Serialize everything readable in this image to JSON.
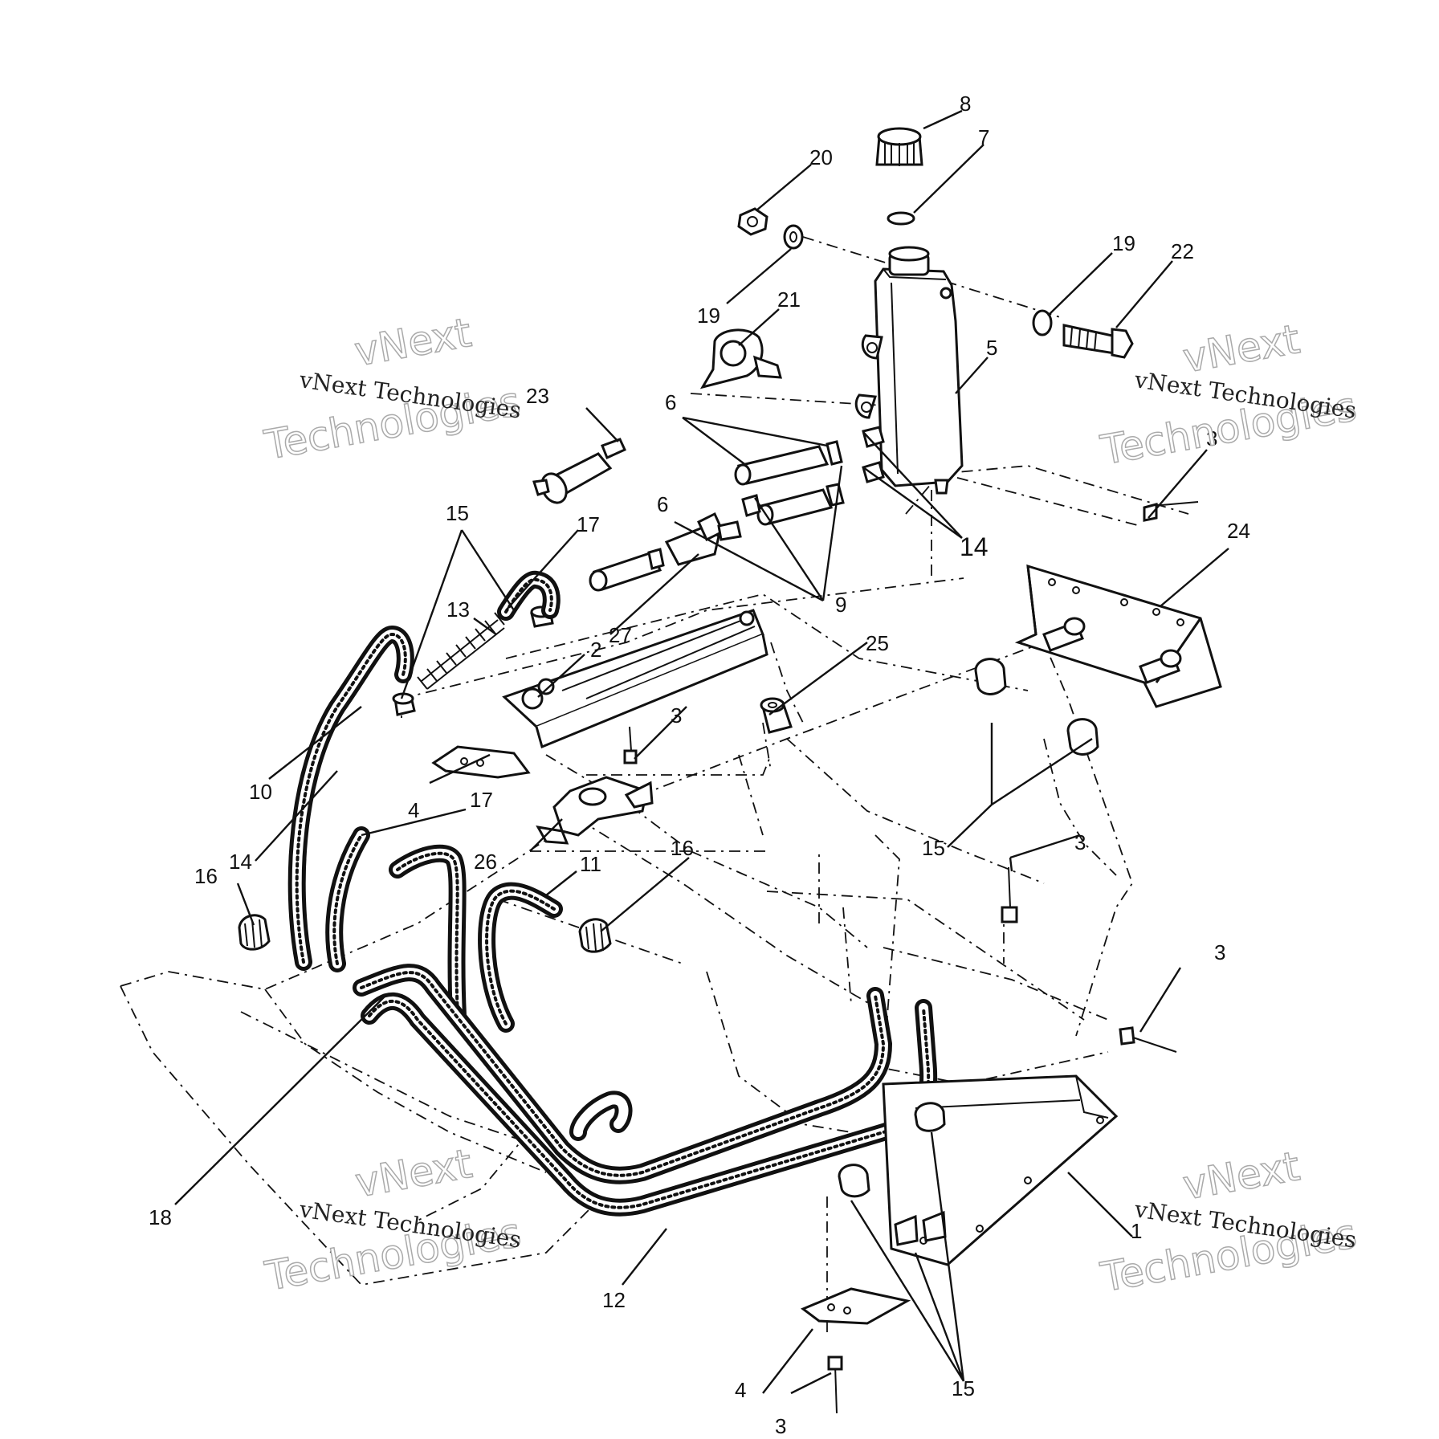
{
  "watermark": {
    "line_big_1": "vNext",
    "line_big_2": "Technologies",
    "line_small": "vNext Technologies"
  },
  "callouts": [
    {
      "id": "c8",
      "text": "8"
    },
    {
      "id": "c7",
      "text": "7"
    },
    {
      "id": "c20",
      "text": "20"
    },
    {
      "id": "c19a",
      "text": "19"
    },
    {
      "id": "c19b",
      "text": "19"
    },
    {
      "id": "c22",
      "text": "22"
    },
    {
      "id": "c21",
      "text": "21"
    },
    {
      "id": "c5",
      "text": "5"
    },
    {
      "id": "c23",
      "text": "23"
    },
    {
      "id": "c6a",
      "text": "6"
    },
    {
      "id": "c6b",
      "text": "6"
    },
    {
      "id": "c14a",
      "text": "14"
    },
    {
      "id": "c3a",
      "text": "3"
    },
    {
      "id": "c24",
      "text": "24"
    },
    {
      "id": "c15a",
      "text": "15"
    },
    {
      "id": "c17a",
      "text": "17"
    },
    {
      "id": "c13",
      "text": "13"
    },
    {
      "id": "c9",
      "text": "9"
    },
    {
      "id": "c27",
      "text": "27"
    },
    {
      "id": "c2",
      "text": "2"
    },
    {
      "id": "c25",
      "text": "25"
    },
    {
      "id": "c3b",
      "text": "3"
    },
    {
      "id": "c10",
      "text": "10"
    },
    {
      "id": "c4a",
      "text": "4"
    },
    {
      "id": "c17b",
      "text": "17"
    },
    {
      "id": "c14b",
      "text": "14"
    },
    {
      "id": "c16a",
      "text": "16"
    },
    {
      "id": "c26",
      "text": "26"
    },
    {
      "id": "c11",
      "text": "11"
    },
    {
      "id": "c16b",
      "text": "16"
    },
    {
      "id": "c15b",
      "text": "15"
    },
    {
      "id": "c3c",
      "text": "3"
    },
    {
      "id": "c3d",
      "text": "3"
    },
    {
      "id": "c18",
      "text": "18"
    },
    {
      "id": "c1",
      "text": "1"
    },
    {
      "id": "c12",
      "text": "12"
    },
    {
      "id": "c4b",
      "text": "4"
    },
    {
      "id": "c15c",
      "text": "15"
    },
    {
      "id": "c3e",
      "text": "3"
    }
  ]
}
